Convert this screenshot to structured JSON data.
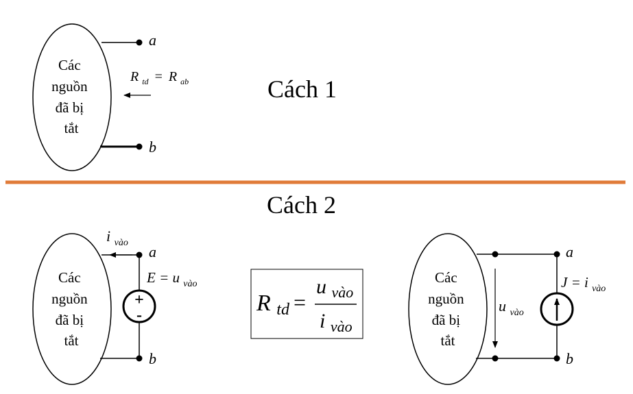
{
  "method1": {
    "heading": "Cách 1",
    "box_lines": [
      "Các",
      "nguồn",
      "đã bị",
      "tắt"
    ],
    "terminal_a": "a",
    "terminal_b": "b",
    "eq": {
      "lhs": "R",
      "lhs_sub": "td",
      "eq_sign": "=",
      "rhs": "R",
      "rhs_sub": "ab"
    }
  },
  "method2": {
    "heading": "Cách 2",
    "left": {
      "box_lines": [
        "Các",
        "nguồn",
        "đã bị",
        "tắt"
      ],
      "terminal_a": "a",
      "terminal_b": "b",
      "current_label": "i",
      "current_sub": "vào",
      "source_label": "E = u",
      "source_sub": "vào",
      "plus": "+",
      "minus": "-"
    },
    "formula": {
      "lhs": "R",
      "lhs_sub": "td",
      "eq_sign": "=",
      "num": "u",
      "num_sub": "vào",
      "den": "i",
      "den_sub": "vào"
    },
    "right": {
      "box_lines": [
        "Các",
        "nguồn",
        "đã bị",
        "tắt"
      ],
      "terminal_a": "a",
      "terminal_b": "b",
      "voltage_label": "u",
      "voltage_sub": "vào",
      "source_label": "J = i",
      "source_sub": "vào"
    }
  },
  "colors": {
    "divider": "#e07b39",
    "ink": "#000000"
  }
}
